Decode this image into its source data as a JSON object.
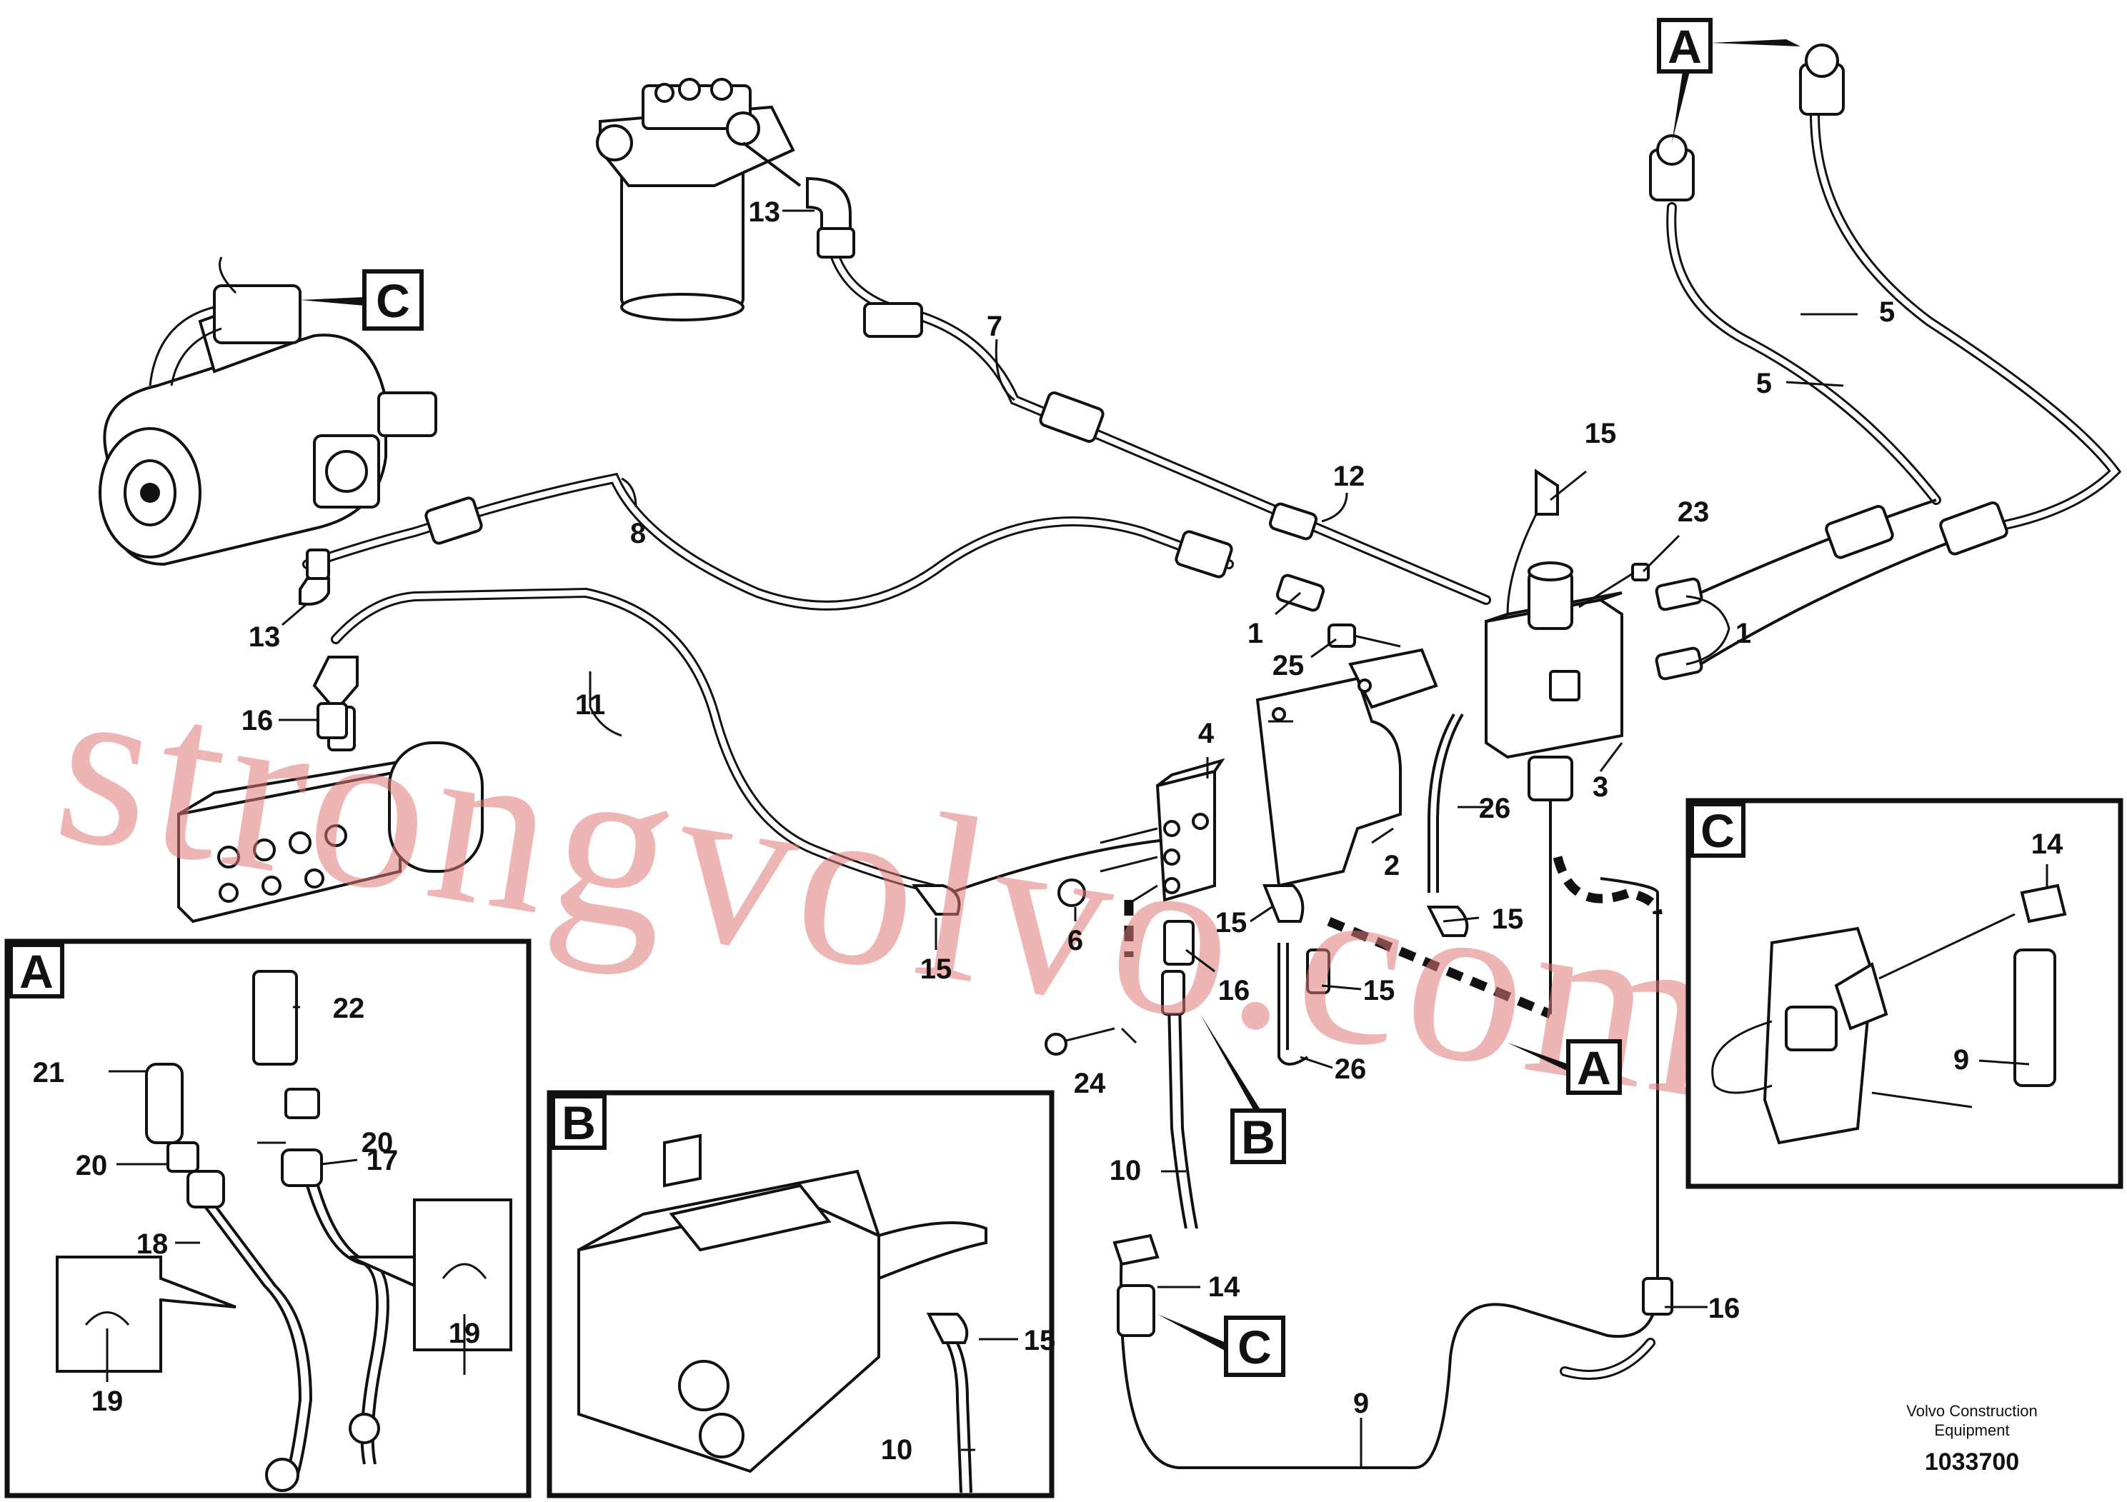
{
  "drawing": {
    "manufacturer_line1": "Volvo Construction",
    "manufacturer_line2": "Equipment",
    "drawing_number": "1033700",
    "watermark": "strongvolvo.com"
  },
  "detail_views": {
    "a": "A",
    "b": "B",
    "c": "C"
  },
  "callouts": {
    "tag_a_top": "A",
    "tag_a_main": "A",
    "tag_b_main": "B",
    "tag_c_pump": "C",
    "tag_c_bottom": "C"
  },
  "labels": {
    "n1_left": "1",
    "n1_right": "1",
    "n2": "2",
    "n3": "3",
    "n4": "4",
    "n5_upper": "5",
    "n5_lower": "5",
    "n6": "6",
    "n7": "7",
    "n8": "8",
    "n9_main": "9",
    "n9_detail": "9",
    "n10_main": "10",
    "n10_detail": "10",
    "n11": "11",
    "n12": "12",
    "n13_top": "13",
    "n13_left": "13",
    "n14_main": "14",
    "n14_detail": "14",
    "n15_top": "15",
    "n15_a": "15",
    "n15_b": "15",
    "n15_c": "15",
    "n15_d": "15",
    "n15_e": "15",
    "n16_left": "16",
    "n16_mid": "16",
    "n16_right": "16",
    "n17": "17",
    "n18": "18",
    "n19_left": "19",
    "n19_right": "19",
    "n20_left": "20",
    "n20_right": "20",
    "n21": "21",
    "n22": "22",
    "n23": "23",
    "n24": "24",
    "n25": "25",
    "n26_upper": "26",
    "n26_lower": "26"
  }
}
